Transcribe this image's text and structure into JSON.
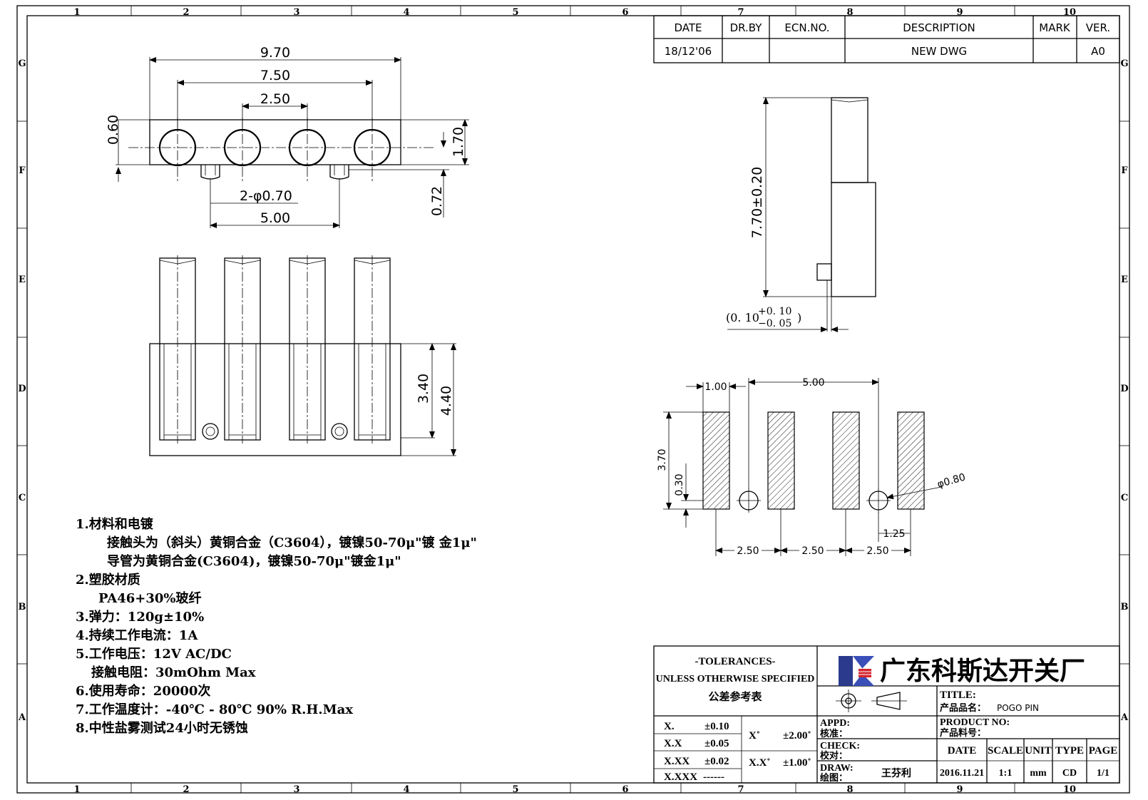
{
  "zone_cols": [
    "1",
    "2",
    "3",
    "4",
    "5",
    "6",
    "7",
    "8",
    "9",
    "10"
  ],
  "zone_rows": [
    "G",
    "F",
    "E",
    "D",
    "C",
    "B",
    "A"
  ],
  "revision_table": {
    "headers": {
      "date": "DATE",
      "drby": "DR.BY",
      "ecn": "ECN.NO.",
      "desc": "DESCRIPTION",
      "mark": "MARK",
      "ver": "VER."
    },
    "row": {
      "date": "18/12'06",
      "drby": "",
      "ecn": "",
      "desc": "NEW DWG",
      "mark": "",
      "ver": "A0"
    }
  },
  "top_view_dims": {
    "d970": "9.70",
    "d750": "7.50",
    "d250": "2.50",
    "d060": "0.60",
    "d170": "1.70",
    "d072": "0.72",
    "holes": "2-φ0.70",
    "d500": "5.00"
  },
  "front_view_dims": {
    "d340": "3.40",
    "d440": "4.40"
  },
  "side_view_dims": {
    "length": "7.70±0.20",
    "gap_main": "(0. 10",
    "gap_plus": "+0. 10",
    "gap_minus": "−0. 05",
    "gap_close": ")"
  },
  "footprint_dims": {
    "d100": "1.00",
    "d500": "5.00",
    "d370": "3.70",
    "d030": "0.30",
    "d080": "φ0.80",
    "d125": "1.25",
    "p1": "2.50",
    "p2": "2.50",
    "p3": "2.50"
  },
  "notes": [
    "1.材料和电镀",
    "接触头为（斜头）黄铜合金（C3604），镀镍50-70μ\"镀 金1μ\"",
    "导管为黄铜合金(C3604)，镀镍50-70μ\"镀金1μ\"",
    "2.塑胶材质",
    "PA46+30%玻纤",
    "3.弹力：120g±10%",
    "4.持续工作电流：1A",
    "5.工作电压：12V AC/DC",
    "接触电阻：30mOhm Max",
    "6.使用寿命：20000次",
    "7.工作温度计：-40℃ - 80℃  90% R.H.Max",
    "8.中性盐雾测试24小时无锈蚀"
  ],
  "title_block": {
    "tol_title": "-TOLERANCES-",
    "tol_sub": "UNLESS OTHERWISE SPECIFIED",
    "tol_cn": "公差参考表",
    "company": "广东科斯达开关厂",
    "tol_rows": [
      {
        "k": "X.",
        "v": "±0.10"
      },
      {
        "k": "X.X",
        "v": "±0.05"
      },
      {
        "k": "X.XX",
        "v": "±0.02"
      },
      {
        "k": "X.XXX",
        "v": "------"
      }
    ],
    "ang_rows": [
      {
        "k": "X˚",
        "v": "±2.00˚"
      },
      {
        "k": "X.X˚",
        "v": "±1.00˚"
      }
    ],
    "title_label": "TITLE:",
    "title_cn": "产品品名：",
    "title_value": "POGO PIN",
    "product_no": "PRODUCT NO:",
    "product_no_cn": "产品料号：",
    "appd": "APPD:",
    "appd_cn": "核准：",
    "check": "CHECK:",
    "check_cn": "校对：",
    "draw": "DRAW:",
    "draw_cn": "绘图：",
    "draw_name": "王芬利",
    "info_headers": [
      "DATE",
      "SCALE",
      "UNIT",
      "TYPE",
      "PAGE"
    ],
    "info_values": [
      "2016.11.21",
      "1:1",
      "mm",
      "CD",
      "1/1"
    ]
  }
}
